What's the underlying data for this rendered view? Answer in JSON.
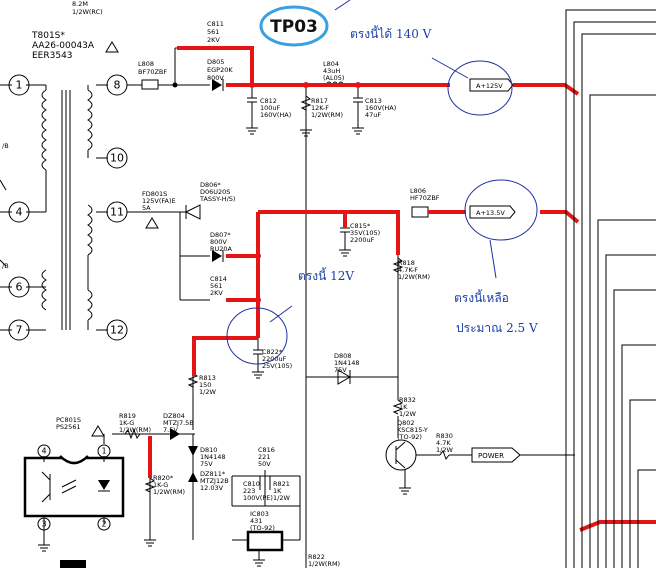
{
  "labels": {
    "top_resistor": "8.2M",
    "top_resistor_spec": "1/2W(RC)",
    "test_point": "TP03",
    "power": "POWER"
  },
  "transformer": {
    "name": "T801S*",
    "part": "AA26-00043A",
    "code": "EER3543",
    "pins": [
      "1",
      "4",
      "6",
      "7",
      "8",
      "10",
      "11",
      "12"
    ],
    "side_label": "/B"
  },
  "rails": {
    "v125": "A+125V",
    "v13_5": "A+13.5V"
  },
  "annotations": {
    "rail_140v": "ตรงนี้ได้ 140 V",
    "rail_12v": "ตรงนี้ 12V",
    "remain_line1": "ตรงนี้เหลือ",
    "remain_line2": "ประมาณ 2.5 V"
  },
  "components": {
    "l808": [
      "L808",
      "BF70ZBF"
    ],
    "c811": [
      "C811",
      "561",
      "2KV"
    ],
    "d805": [
      "D805",
      "EGP20K",
      "800V"
    ],
    "c812": [
      "C812",
      "100uF",
      "160V(HA)"
    ],
    "r817": [
      "R817",
      "12K-F",
      "1/2W(RM)"
    ],
    "l804": [
      "L804",
      "43uH",
      "(AL05)"
    ],
    "c813": [
      "C813",
      "160V(HA)",
      "47uF"
    ],
    "fd801": [
      "FD801S",
      "125V(FA)E",
      "5A"
    ],
    "d806": [
      "D806*",
      "D06U20S",
      "TASSY-H/S)"
    ],
    "d807": [
      "D807*",
      "800V",
      "RU20A"
    ],
    "c814": [
      "C814",
      "561",
      "2KV"
    ],
    "c815": [
      "C815*",
      "35V(105)",
      "2200uF"
    ],
    "l806": [
      "L806",
      "HF70ZBF"
    ],
    "r818": [
      "R818",
      "4.7K-F",
      "1/2W(RM)"
    ],
    "c822": [
      "C822*",
      "2200uF",
      "25V(105)"
    ],
    "d808": [
      "D808",
      "1N4148",
      "75V"
    ],
    "r813": [
      "R813",
      "150",
      "1/2W"
    ],
    "dz804": [
      "DZ804",
      "MTZJ7.5B",
      "7.5V"
    ],
    "r819": [
      "R819",
      "1K-G",
      "1/2W(RM)"
    ],
    "d810": [
      "D810",
      "1N4148",
      "75V"
    ],
    "dz811": [
      "DZ811*",
      "MTZJ12B",
      "12.03V"
    ],
    "r820": [
      "R820*",
      "1K-G",
      "1/2W(RM)"
    ],
    "c816": [
      "C816",
      "221",
      "50V"
    ],
    "c810": [
      "C810",
      "223",
      "100V(PE)"
    ],
    "r821": [
      "R821",
      "1K",
      "1/2W"
    ],
    "ic803": [
      "IC803",
      "431",
      "(TO-92)"
    ],
    "r822": [
      "R822",
      "1/2W(RM)"
    ],
    "r832": [
      "R832",
      "1K",
      "1/2W"
    ],
    "q802": [
      "Q802",
      "KSC815-Y",
      "(TO-92)"
    ],
    "r830": [
      "R830",
      "4.7K",
      "1/2W"
    ],
    "pc801": [
      "PC801S",
      "PS2561"
    ],
    "pc801_pins": [
      "4",
      "1",
      "3",
      "2"
    ]
  }
}
